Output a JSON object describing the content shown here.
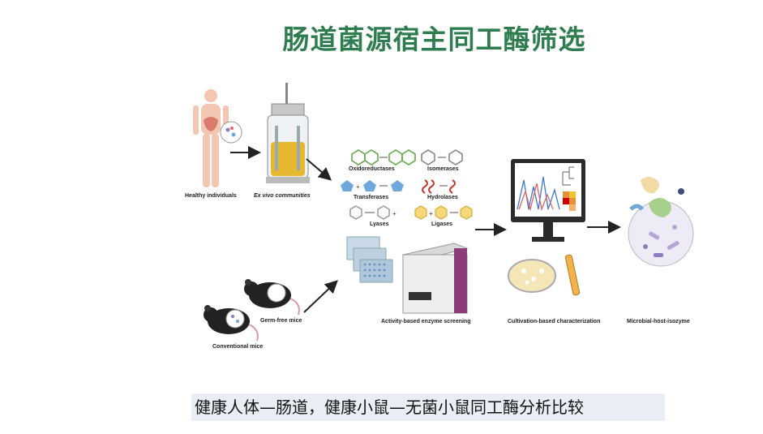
{
  "title": "肠道菌源宿主同工酶筛选",
  "caption": "健康人体—肠道，健康小鼠—无菌小鼠同工酶分析比较",
  "diagram": {
    "healthy_individuals": "Healthy individuals",
    "ex_vivo": "Ex vivo communities",
    "enzyme_classes": {
      "oxidoreductases": "Oxidoreductases",
      "isomerases": "Isomerases",
      "transferases": "Transferases",
      "hydrolases": "Hydrolases",
      "lyases": "Lyases",
      "ligases": "Ligases"
    },
    "activity_screening": "Activity-based enzyme screening",
    "cultivation": "Cultivation-based characterization",
    "isozyme": "Microbial-host-isozyme",
    "germ_free": "Germ-free mice",
    "conventional": "Conventional mice"
  }
}
